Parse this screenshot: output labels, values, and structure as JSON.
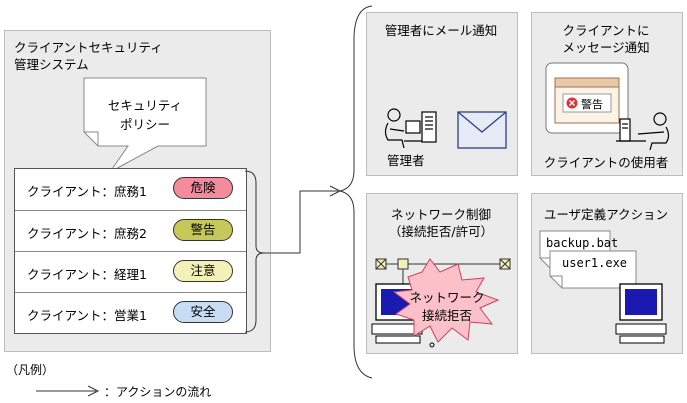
{
  "system": {
    "title_line1": "クライアントセキュリティ",
    "title_line2": "管理システム",
    "policy_line1": "セキュリティ",
    "policy_line2": "ポリシー"
  },
  "clients": [
    {
      "label": "クライアント：庶務1",
      "level": "危険",
      "color": "#f28b9b"
    },
    {
      "label": "クライアント：庶務2",
      "level": "警告",
      "color": "#c6c85a"
    },
    {
      "label": "クライアント：経理1",
      "level": "注意",
      "color": "#f3f1b8"
    },
    {
      "label": "クライアント：営業1",
      "level": "安全",
      "color": "#c8dcf6"
    }
  ],
  "actions": {
    "admin_mail": {
      "title": "管理者にメール通知",
      "caption": "管理者"
    },
    "client_msg": {
      "title_line1": "クライアントに",
      "title_line2": "メッセージ通知",
      "popup_text": "警告",
      "caption": "クライアントの使用者"
    },
    "network": {
      "title_line1": "ネットワーク制御",
      "title_line2": "（接続拒否/許可）",
      "burst_line1": "ネットワーク",
      "burst_line2": "接続拒否"
    },
    "user_action": {
      "title": "ユーザ定義アクション",
      "file1": "backup.bat",
      "file2": "user1.exe"
    }
  },
  "legend": {
    "heading": "（凡例）",
    "flow_label": "：アクションの流れ"
  }
}
